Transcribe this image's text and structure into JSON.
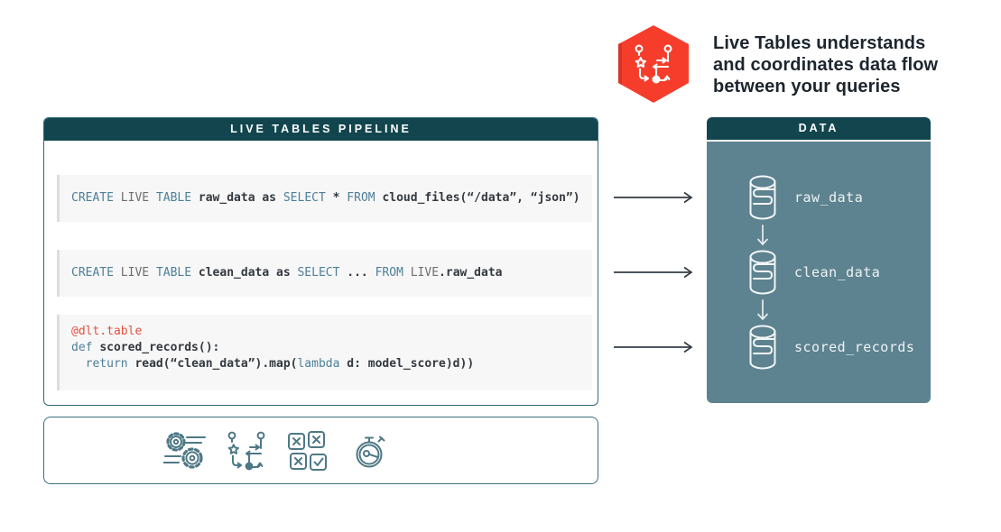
{
  "callout": {
    "icon": "flow-hexagon-icon",
    "lines": [
      "Live Tables understands",
      "and coordinates data flow",
      "between your queries"
    ]
  },
  "pipeline": {
    "title": "LIVE TABLES PIPELINE",
    "blocks": [
      {
        "lines": [
          [
            [
              "CREATE ",
              "kw"
            ],
            [
              "LIVE ",
              "lv"
            ],
            [
              "TABLE ",
              "kw"
            ],
            [
              "raw_data ",
              "id"
            ],
            [
              "as ",
              "id"
            ],
            [
              "SELECT ",
              "kw"
            ],
            [
              "* ",
              "id"
            ],
            [
              "FROM ",
              "kw"
            ],
            [
              "cloud_files(“/data”, “json”)",
              "id"
            ]
          ]
        ]
      },
      {
        "lines": [
          [
            [
              "CREATE ",
              "kw"
            ],
            [
              "LIVE ",
              "lv"
            ],
            [
              "TABLE ",
              "kw"
            ],
            [
              "clean_data ",
              "id"
            ],
            [
              "as ",
              "id"
            ],
            [
              "SELECT ",
              "kw"
            ],
            [
              "... ",
              "id"
            ],
            [
              "FROM ",
              "kw"
            ],
            [
              "LIVE",
              "lv"
            ],
            [
              ".raw_data",
              "id"
            ]
          ]
        ]
      },
      {
        "lines": [
          [
            [
              "@dlt.table",
              "dec"
            ]
          ],
          [
            [
              "def ",
              "kw"
            ],
            [
              "scored_records():",
              "id"
            ]
          ],
          [
            [
              "  ",
              "id"
            ],
            [
              "return ",
              "kw"
            ],
            [
              "read(“clean_data”).map(",
              "id"
            ],
            [
              "lambda ",
              "kw"
            ],
            [
              "d: model_score)d))",
              "id"
            ]
          ]
        ]
      }
    ]
  },
  "data_panel": {
    "title": "DATA",
    "items": [
      {
        "icon": "database-icon",
        "label": "raw_data"
      },
      {
        "icon": "database-icon",
        "label": "clean_data"
      },
      {
        "icon": "database-icon",
        "label": "scored_records"
      }
    ]
  },
  "features": {
    "icons": [
      "gears-speed-icon",
      "flow-coordination-icon",
      "quality-checks-icon",
      "stopwatch-icon"
    ]
  },
  "colors": {
    "header_teal": "#12454e",
    "panel_border_teal": "#2f6a76",
    "data_body_teal": "#5d8290",
    "hexagon_red": "#f63d2c",
    "code_keyword": "#4d7f99",
    "code_live_keyword": "#6f6f6f",
    "code_identifier": "#33393f",
    "code_decorator": "#e3503e",
    "code_block_bg": "#f7f7f7",
    "arrow_dark": "#333c44"
  }
}
